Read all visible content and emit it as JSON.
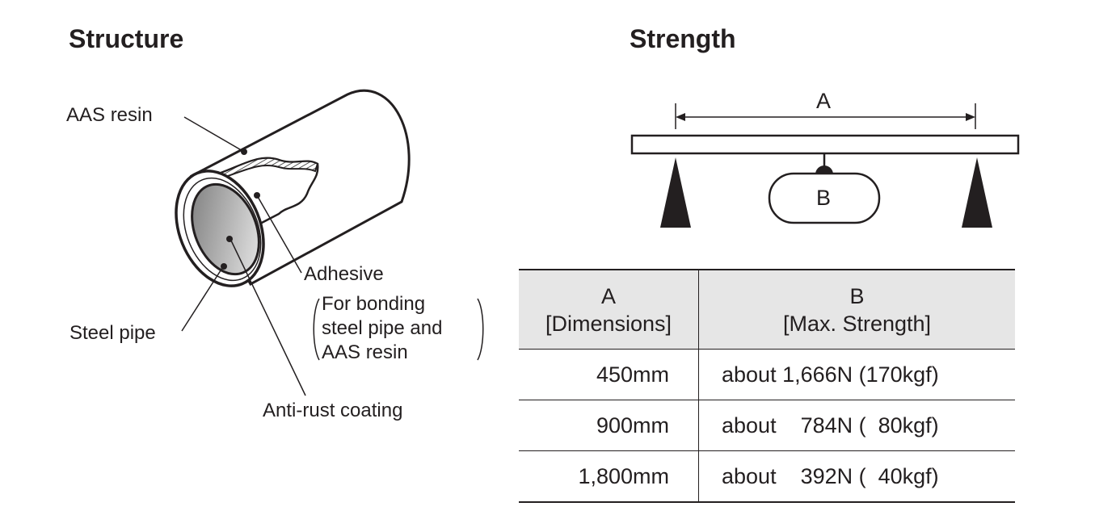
{
  "structure": {
    "title": "Structure",
    "labels": {
      "aas_resin": "AAS resin",
      "adhesive": "Adhesive",
      "adhesive_note": [
        "For bonding",
        "steel pipe and",
        "AAS resin"
      ],
      "steel_pipe": "Steel pipe",
      "anti_rust": "Anti-rust coating"
    }
  },
  "strength": {
    "title": "Strength",
    "diagram": {
      "span_label": "A",
      "load_label": "B"
    },
    "table": {
      "headers": [
        {
          "line1": "A",
          "line2": "[Dimensions]"
        },
        {
          "line1": "B",
          "line2": "[Max. Strength]"
        }
      ],
      "rows": [
        {
          "dimension": "450mm",
          "strength": "about 1,666N (170kgf)"
        },
        {
          "dimension": "900mm",
          "strength": "about    784N (  80kgf)"
        },
        {
          "dimension": "1,800mm",
          "strength": "about    392N (  40kgf)"
        }
      ]
    }
  }
}
